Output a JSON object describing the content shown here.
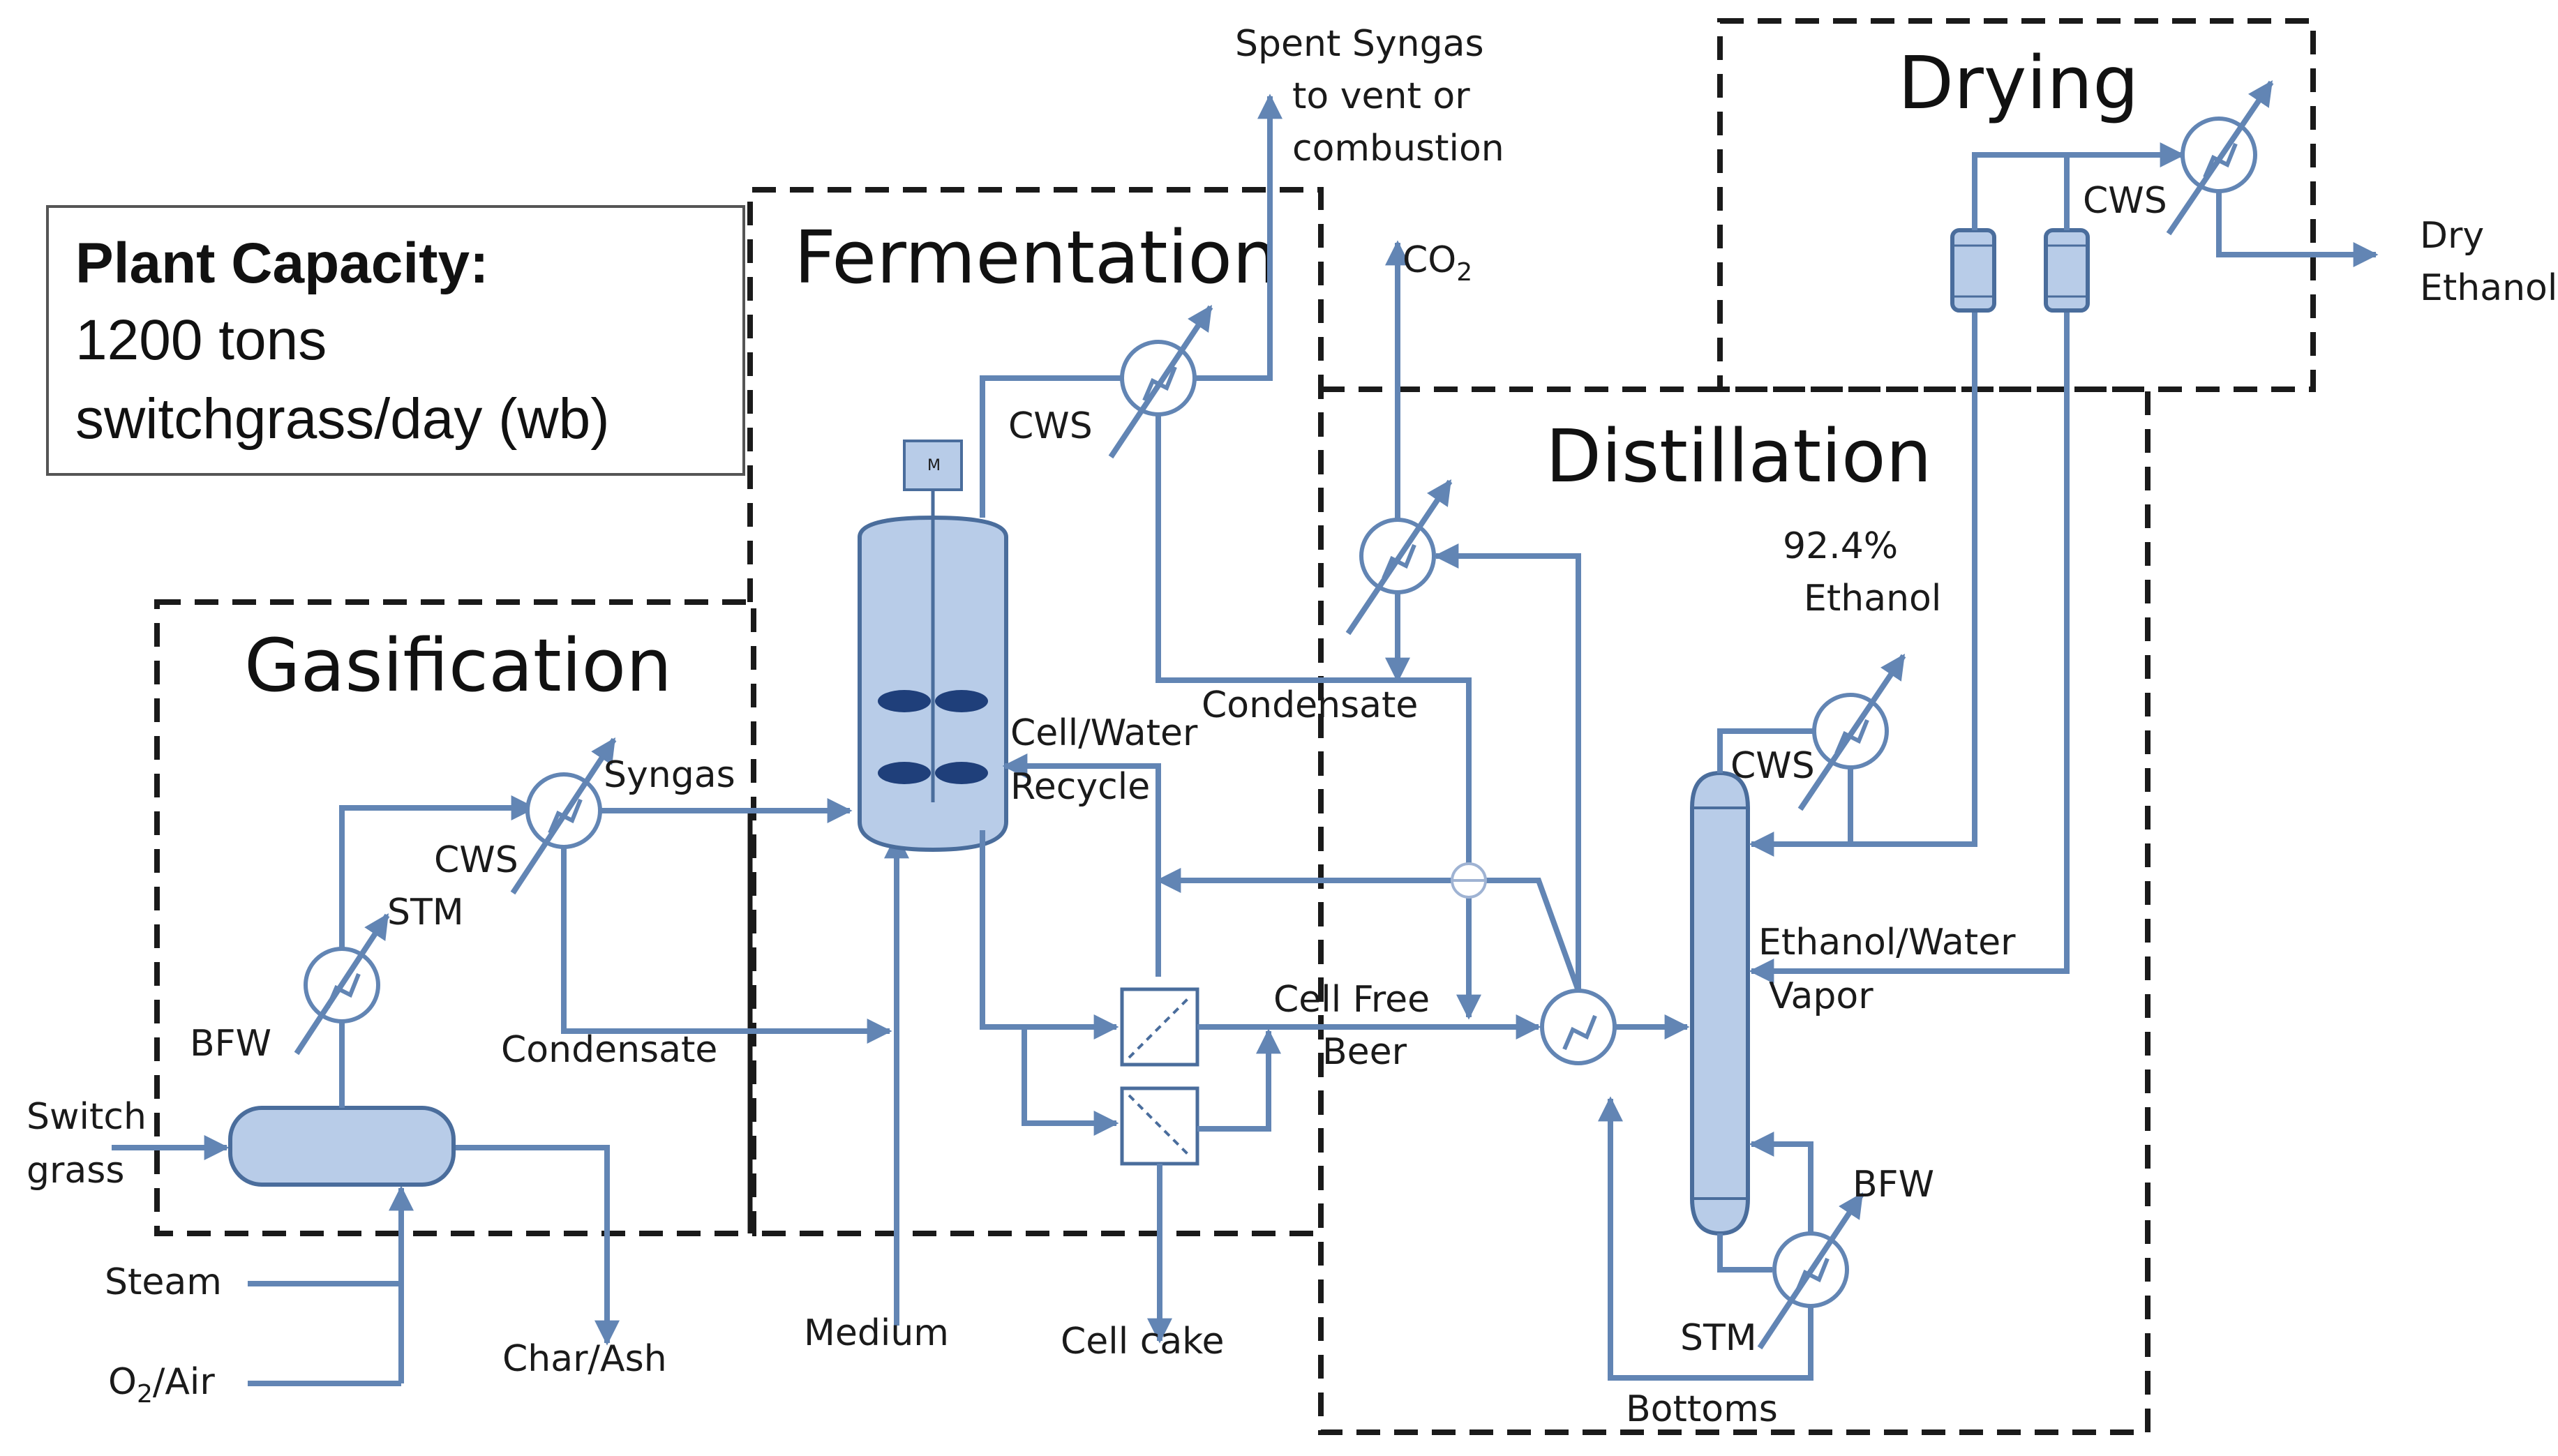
{
  "plant_capacity": {
    "title": "Plant Capacity:",
    "line1": "1200 tons",
    "line2": "switchgrass/day (wb)"
  },
  "sections": {
    "gasification": "Gasification",
    "fermentation": "Fermentation",
    "distillation": "Distillation",
    "drying": "Drying"
  },
  "labels": {
    "switch": "Switch",
    "grass": "grass",
    "steam": "Steam",
    "o2_air_o": "O",
    "o2_air_sub": "2",
    "o2_air_rest": "/Air",
    "char_ash": "Char/Ash",
    "bfw_gas": "BFW",
    "stm_gas": "STM",
    "cws_gas": "CWS",
    "syngas": "Syngas",
    "condensate_gas": "Condensate",
    "medium": "Medium",
    "motor": "M",
    "cws_ferm": "CWS",
    "spent1": "Spent Syngas",
    "spent2": "to vent or",
    "spent3": "combustion",
    "cell_water": "Cell/Water",
    "recycle": "Recycle",
    "cell_cake": "Cell cake",
    "cell_free": "Cell Free",
    "beer": "Beer",
    "co2_c": "CO",
    "co2_sub": "2",
    "condensate_dist": "Condensate",
    "pct": "92.4%",
    "ethanol": "Ethanol",
    "cws_dist": "CWS",
    "eth_water": "Ethanol/Water",
    "vapor": "Vapor",
    "bfw_dist": "BFW",
    "stm_dist": "STM",
    "bottoms": "Bottoms",
    "cws_dry": "CWS",
    "dry": "Dry",
    "dry_ethanol": "Ethanol"
  },
  "colors": {
    "flow": "#6285b4",
    "vessel_fill": "#b8cce8",
    "vessel_stroke": "#4a6d9c",
    "box_dash": "#1a1a1a"
  }
}
